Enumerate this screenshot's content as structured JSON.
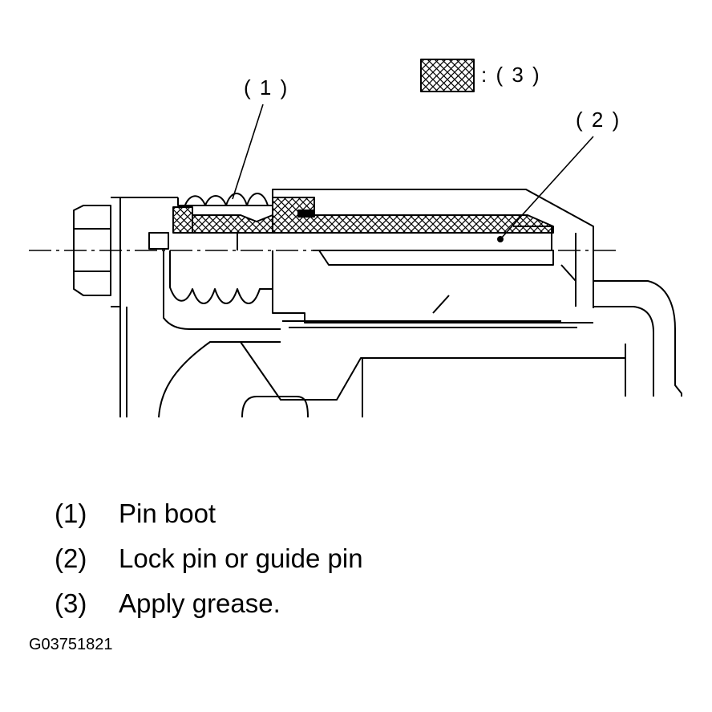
{
  "callouts": {
    "c1": "( 1 )",
    "c2": "( 2 )",
    "c3": ": ( 3 )"
  },
  "legend": [
    {
      "num": "(1)",
      "text": "Pin boot"
    },
    {
      "num": "(2)",
      "text": "Lock pin or guide pin"
    },
    {
      "num": "(3)",
      "text": "Apply grease."
    }
  ],
  "figure_id": "G03751821",
  "colors": {
    "line": "#000000",
    "background": "#ffffff"
  }
}
